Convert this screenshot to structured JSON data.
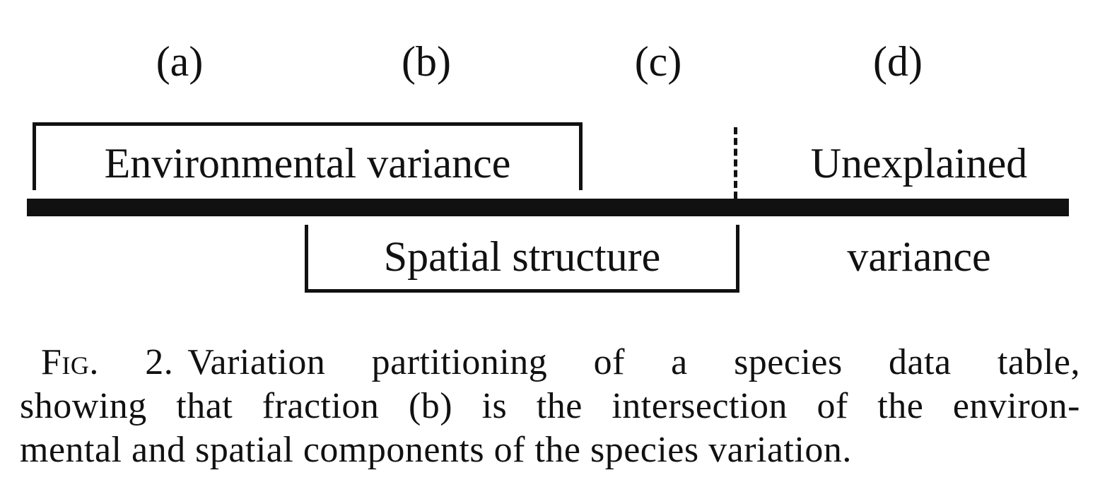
{
  "fractions": [
    "(a)",
    "(b)",
    "(c)",
    "(d)"
  ],
  "diagram": {
    "environmental_label": "Environmental variance",
    "spatial_label": "Spatial structure",
    "unexplained_line1": "Unexplained",
    "unexplained_line2": "variance"
  },
  "caption": {
    "label": "Fig. 2.",
    "line1": "Variation partitioning of a species data table,",
    "line2": "showing that fraction (b) is the intersection of the environ-",
    "line3": "mental and spatial components of the species variation."
  }
}
